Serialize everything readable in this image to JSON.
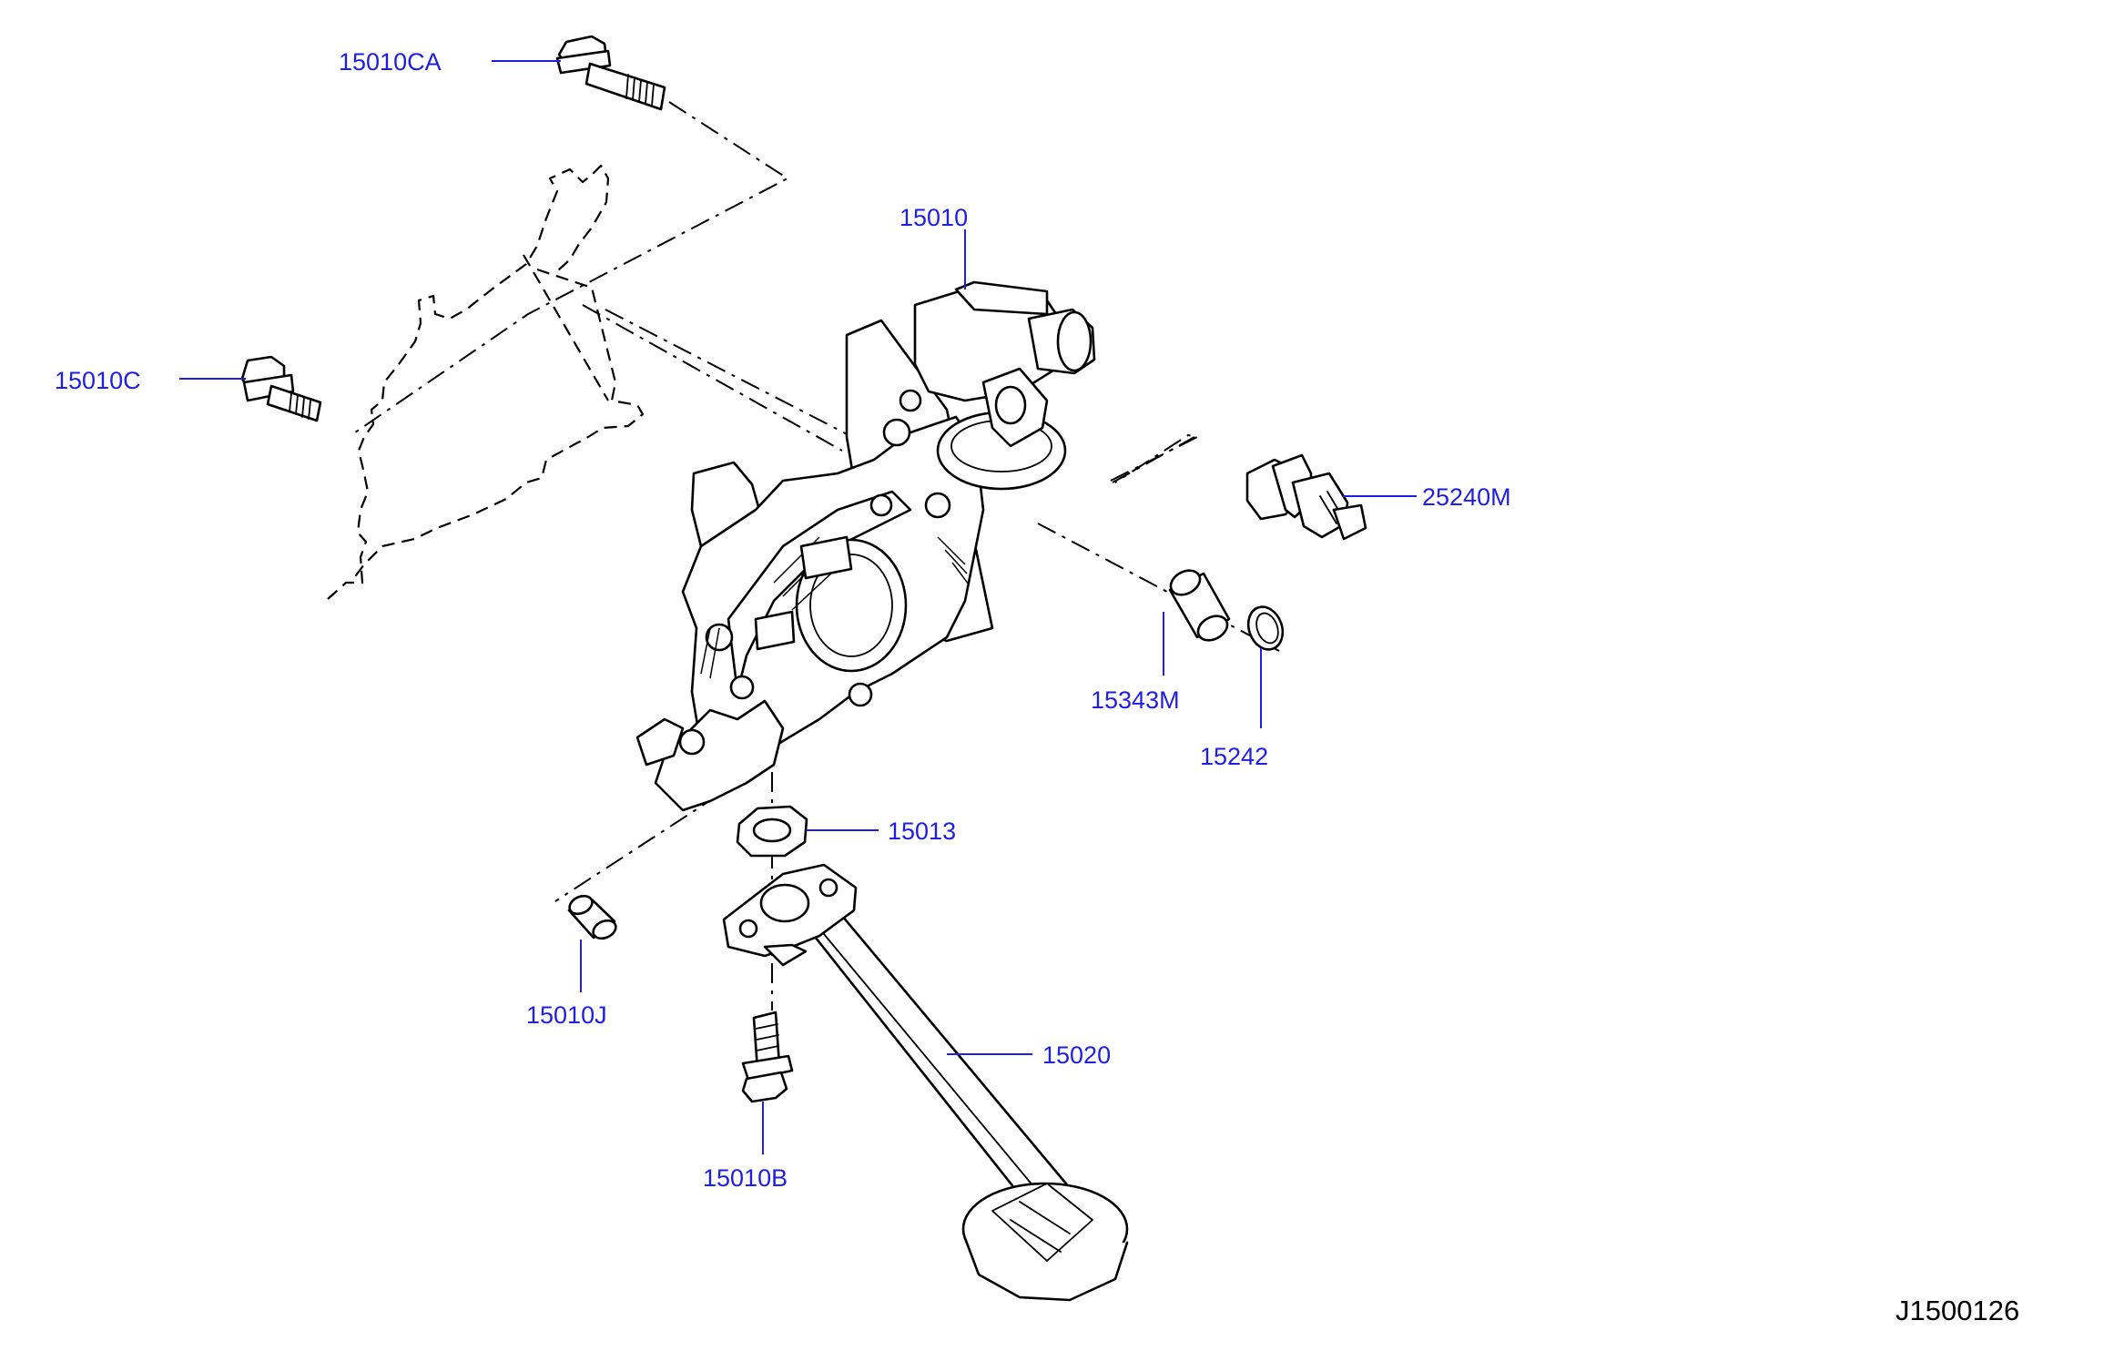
{
  "diagram": {
    "code": "J1500126",
    "callouts": {
      "c15010CA": "15010CA",
      "c15010C": "15010C",
      "c15010": "15010",
      "c25240M": "25240M",
      "c15343M": "15343M",
      "c15242": "15242",
      "c15013": "15013",
      "c15010J": "15010J",
      "c15020": "15020",
      "c15010B": "15010B"
    }
  },
  "colors": {
    "callout": "#1f1fe0",
    "linework": "#000000",
    "background": "#ffffff"
  }
}
